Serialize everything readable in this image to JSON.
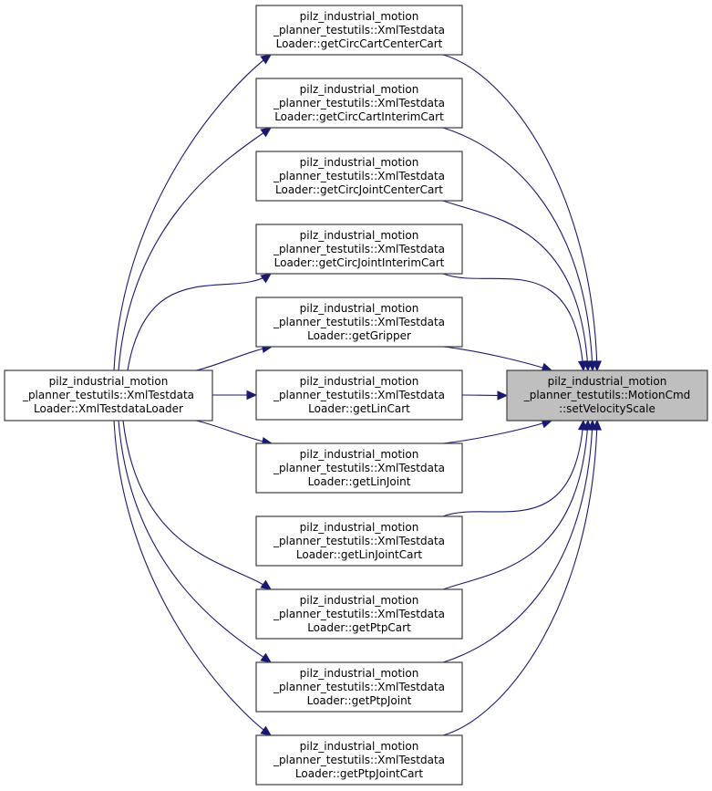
{
  "diagram": {
    "type": "call-graph",
    "colors": {
      "edge": "#191970",
      "node_border": "#3c3c3c",
      "node_fill": "#ffffff",
      "target_fill": "#bfbfbf"
    },
    "source": {
      "id": "loader",
      "lines": [
        "pilz_industrial_motion",
        "_planner_testutils::XmlTestdata",
        "Loader::XmlTestdataLoader"
      ]
    },
    "target": {
      "id": "setVelocityScale",
      "lines": [
        "pilz_industrial_motion",
        "_planner_testutils::MotionCmd",
        "::setVelocityScale"
      ]
    },
    "middle": [
      {
        "id": "getCircCartCenterCart",
        "lines": [
          "pilz_industrial_motion",
          "_planner_testutils::XmlTestdata",
          "Loader::getCircCartCenterCart"
        ],
        "called_by_source": true
      },
      {
        "id": "getCircCartInterimCart",
        "lines": [
          "pilz_industrial_motion",
          "_planner_testutils::XmlTestdata",
          "Loader::getCircCartInterimCart"
        ],
        "called_by_source": true
      },
      {
        "id": "getCircJointCenterCart",
        "lines": [
          "pilz_industrial_motion",
          "_planner_testutils::XmlTestdata",
          "Loader::getCircJointCenterCart"
        ],
        "called_by_source": false
      },
      {
        "id": "getCircJointInterimCart",
        "lines": [
          "pilz_industrial_motion",
          "_planner_testutils::XmlTestdata",
          "Loader::getCircJointInterimCart"
        ],
        "called_by_source": true
      },
      {
        "id": "getGripper",
        "lines": [
          "pilz_industrial_motion",
          "_planner_testutils::XmlTestdata",
          "Loader::getGripper"
        ],
        "called_by_source": true
      },
      {
        "id": "getLinCart",
        "lines": [
          "pilz_industrial_motion",
          "_planner_testutils::XmlTestdata",
          "Loader::getLinCart"
        ],
        "called_by_source": true
      },
      {
        "id": "getLinJoint",
        "lines": [
          "pilz_industrial_motion",
          "_planner_testutils::XmlTestdata",
          "Loader::getLinJoint"
        ],
        "called_by_source": true
      },
      {
        "id": "getLinJointCart",
        "lines": [
          "pilz_industrial_motion",
          "_planner_testutils::XmlTestdata",
          "Loader::getLinJointCart"
        ],
        "called_by_source": false
      },
      {
        "id": "getPtpCart",
        "lines": [
          "pilz_industrial_motion",
          "_planner_testutils::XmlTestdata",
          "Loader::getPtpCart"
        ],
        "called_by_source": true
      },
      {
        "id": "getPtpJoint",
        "lines": [
          "pilz_industrial_motion",
          "_planner_testutils::XmlTestdata",
          "Loader::getPtpJoint"
        ],
        "called_by_source": true
      },
      {
        "id": "getPtpJointCart",
        "lines": [
          "pilz_industrial_motion",
          "_planner_testutils::XmlTestdata",
          "Loader::getPtpJointCart"
        ],
        "called_by_source": true
      }
    ]
  }
}
